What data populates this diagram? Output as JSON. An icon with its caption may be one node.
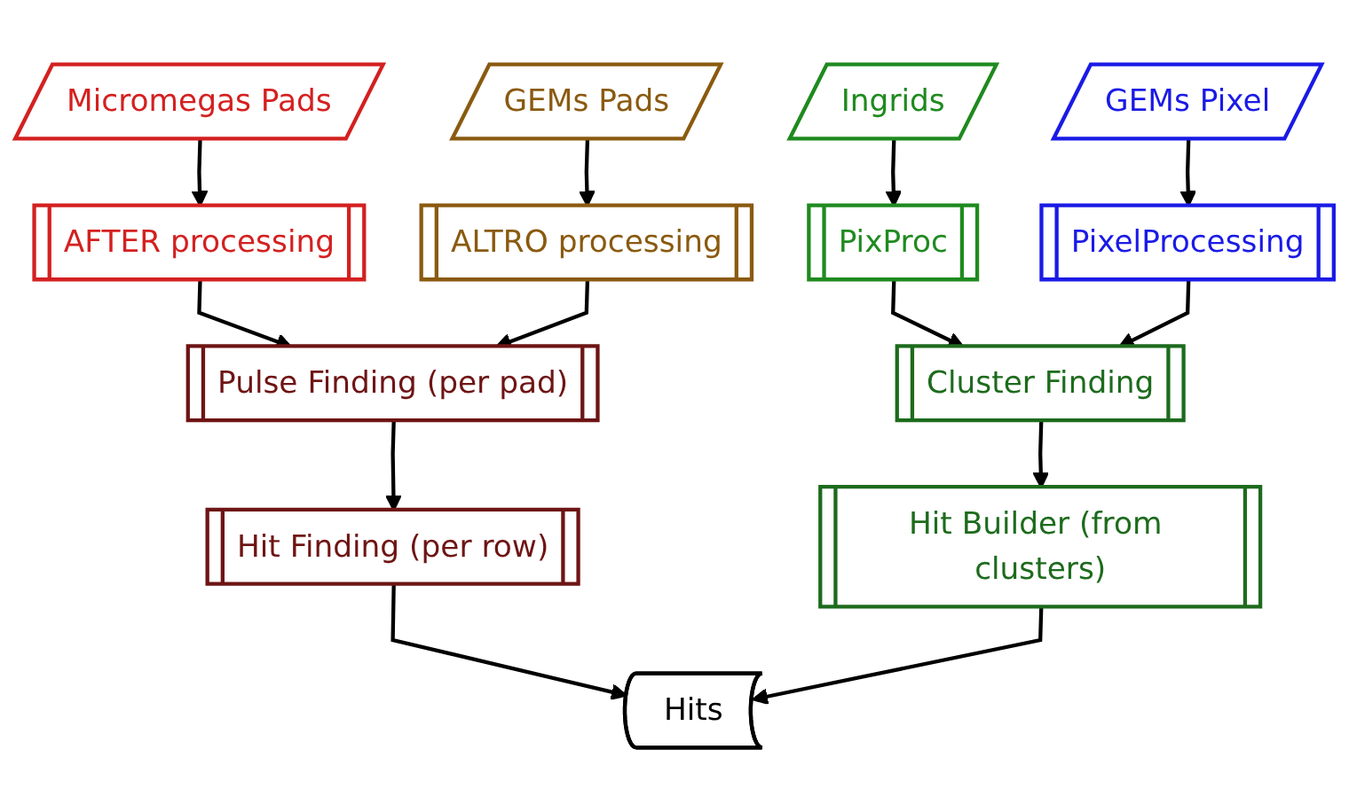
{
  "diagram": {
    "nodes": [
      {
        "text": [
          "Micromegas Pads"
        ]
      },
      {
        "text": [
          "GEMs Pads"
        ]
      },
      {
        "text": [
          "Ingrids"
        ]
      },
      {
        "text": [
          "GEMs Pixel"
        ]
      },
      {
        "text": [
          "AFTER processing"
        ]
      },
      {
        "text": [
          "ALTRO processing"
        ]
      },
      {
        "text": [
          "PixProc"
        ]
      },
      {
        "text": [
          "PixelProcessing"
        ]
      },
      {
        "text": [
          "Pulse Finding (per pad)"
        ]
      },
      {
        "text": [
          "Cluster Finding"
        ]
      },
      {
        "text": [
          "Hit Finding (per row)"
        ]
      },
      {
        "text": [
          "Hit Builder (from clusters)"
        ]
      },
      {
        "text": [
          "Hits"
        ]
      }
    ],
    "edges": [
      {
        "from": 0,
        "to": 4,
        "arrow": "to"
      },
      {
        "from": 1,
        "to": 5,
        "arrow": "to"
      },
      {
        "from": 2,
        "to": 6,
        "arrow": "to"
      },
      {
        "from": 3,
        "to": 7,
        "arrow": "to"
      },
      {
        "from": 4,
        "to": 8,
        "arrow": "to"
      },
      {
        "from": 5,
        "to": 8,
        "arrow": "to"
      },
      {
        "from": 6,
        "to": 9,
        "arrow": "to"
      },
      {
        "from": 7,
        "to": 9,
        "arrow": "to"
      },
      {
        "from": 8,
        "to": 10,
        "arrow": "to"
      },
      {
        "from": 9,
        "to": 11,
        "arrow": "to"
      },
      {
        "from": 10,
        "to": 12,
        "arrow": "to"
      },
      {
        "from": 11,
        "to": 12,
        "arrow": "to"
      }
    ]
  }
}
